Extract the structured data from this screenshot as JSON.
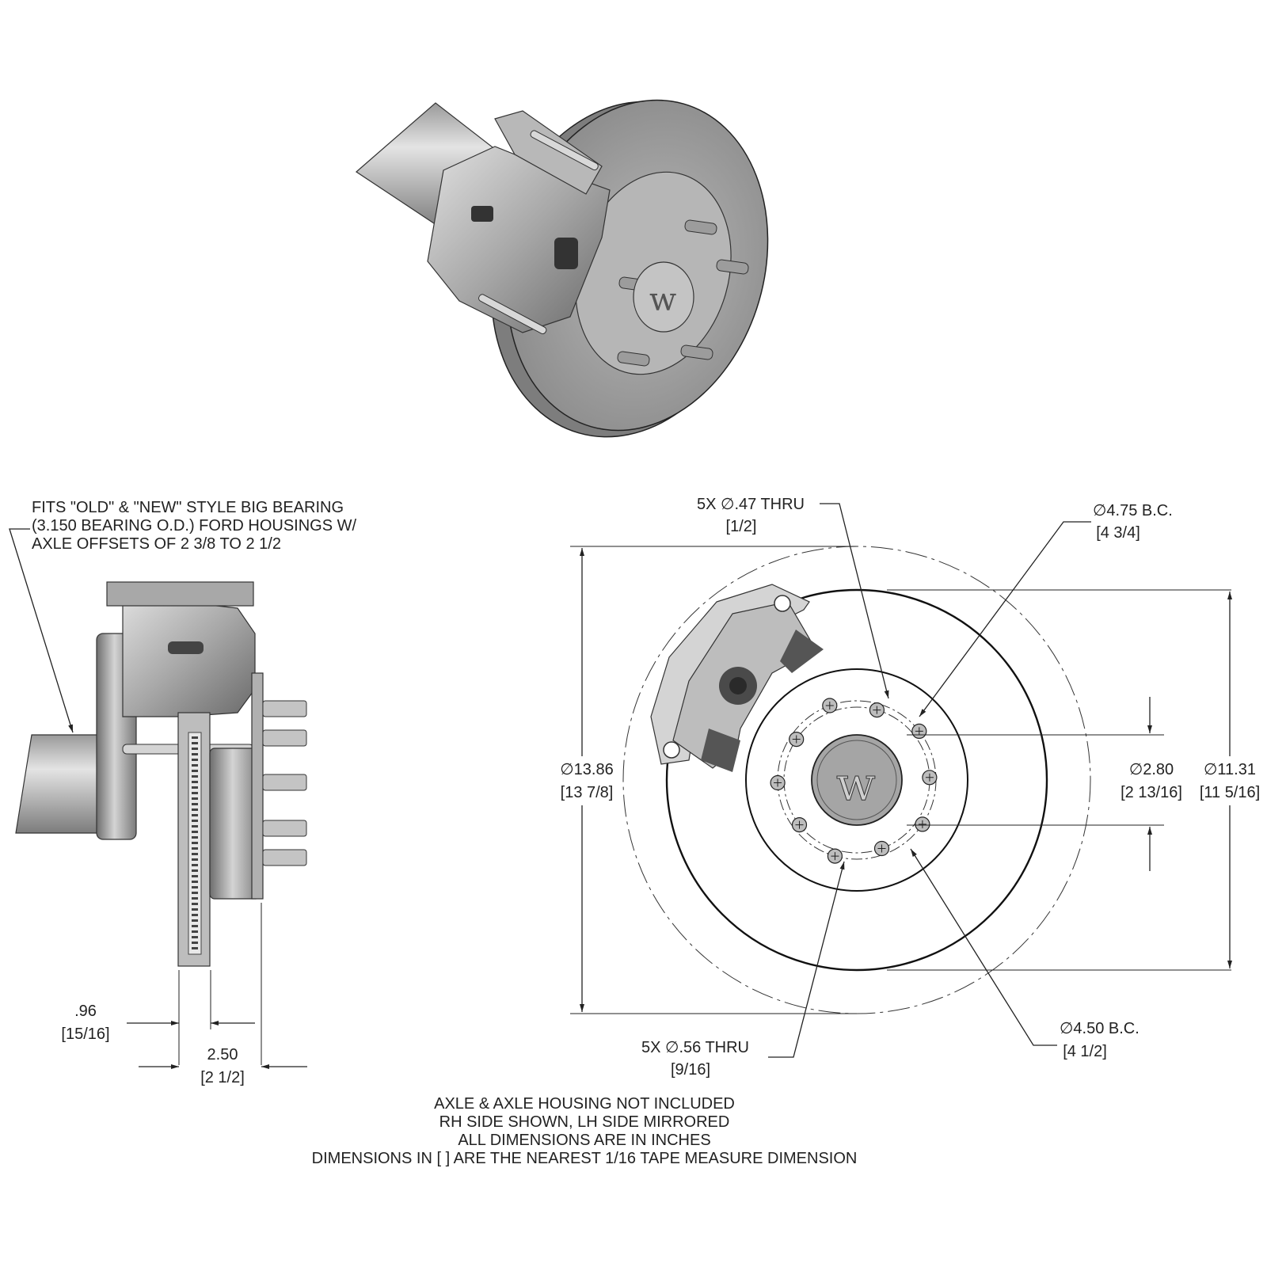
{
  "fitment_note": {
    "lines": [
      "FITS \"OLD\" & \"NEW\" STYLE BIG BEARING",
      "(3.150 BEARING O.D.) FORD HOUSINGS W/",
      "AXLE OFFSETS OF 2 3/8 TO 2 1/2"
    ]
  },
  "side_view": {
    "rotor_width": {
      "value": ".96",
      "fraction": "[15/16]"
    },
    "hub_offset": {
      "value": "2.50",
      "fraction": "[2 1/2]"
    }
  },
  "front_view": {
    "thru_hole_small": {
      "value": "5X ∅.47 THRU",
      "fraction": "[1/2]"
    },
    "bolt_circle_large": {
      "value": "∅4.75 B.C.",
      "fraction": "[4 3/4]"
    },
    "outer_diameter": {
      "value": "∅13.86",
      "fraction": "[13 7/8]"
    },
    "pilot_diameter": {
      "value": "∅2.80",
      "fraction": "[2 13/16]"
    },
    "rotor_diameter": {
      "value": "∅11.31",
      "fraction": "[11 5/16]"
    },
    "thru_hole_large": {
      "value": "5X  ∅.56 THRU",
      "fraction": "[9/16]"
    },
    "bolt_circle_small": {
      "value": "∅4.50  B.C.",
      "fraction": "[4 1/2]"
    }
  },
  "footer_notes": [
    "AXLE & AXLE HOUSING NOT INCLUDED",
    "RH SIDE SHOWN, LH SIDE MIRRORED",
    "ALL DIMENSIONS ARE IN INCHES",
    "DIMENSIONS IN [ ] ARE THE NEAREST 1/16 TAPE MEASURE DIMENSION"
  ],
  "colors": {
    "line": "#222222",
    "metal_light": "#c9c9c9",
    "metal_mid": "#9a9a9a",
    "metal_dark": "#555555"
  },
  "icons": [
    "wilwood-logo-icon"
  ]
}
